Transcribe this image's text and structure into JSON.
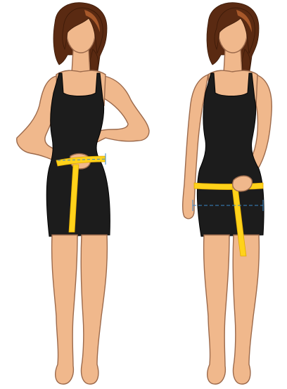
{
  "illustration": {
    "figures": [
      {
        "name": "waist-measurement-figure",
        "body_part": "waist"
      },
      {
        "name": "hip-measurement-figure",
        "body_part": "hips"
      }
    ]
  },
  "colors": {
    "background": "#ffffff",
    "skin": "#f0b88c",
    "skin_shadow": "#c98e66",
    "outline": "#9c6a4c",
    "hair": "#5a2a12",
    "hair_highlight": "#a7582a",
    "dress": "#1c1c1c",
    "tape": "#ffd21a",
    "tape_edge": "#e0a800",
    "guide_line": "#3a87c8"
  },
  "icons": [
    "waist-tape-icon",
    "hip-tape-icon",
    "measurement-guide-icon"
  ]
}
